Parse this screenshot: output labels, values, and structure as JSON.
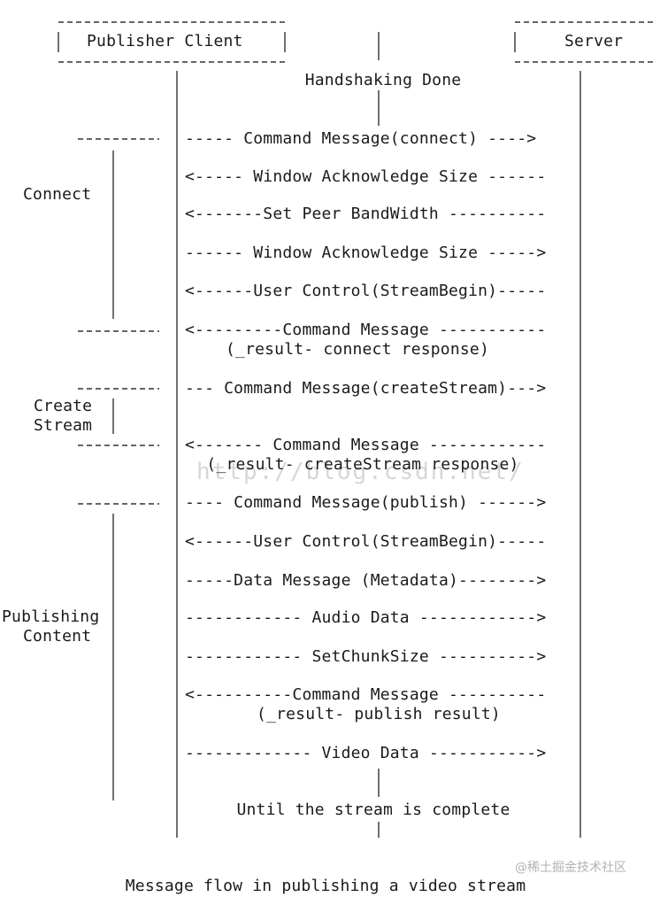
{
  "participants": {
    "client": "Publisher Client",
    "server": "Server"
  },
  "handshake": "Handshaking Done",
  "phases": {
    "connect": "Connect",
    "create_stream": [
      "Create",
      "Stream"
    ],
    "publishing": [
      "Publishing",
      "Content"
    ]
  },
  "messages": {
    "m1": "----- Command Message(connect) ---->",
    "m2": "<----- Window Acknowledge Size ------",
    "m3": "<-------Set Peer BandWidth ----------",
    "m4": "------ Window Acknowledge Size ----->",
    "m5": "<------User Control(StreamBegin)-----",
    "m6": "<---------Command Message -----------",
    "m6b": "(_result- connect response)",
    "m7": "--- Command Message(createStream)--->",
    "m8": "<------- Command Message ------------",
    "m8b": "(_result- createStream response)",
    "m9": "---- Command Message(publish) ------>",
    "m10": "<------User Control(StreamBegin)-----",
    "m11": "-----Data Message (Metadata)-------->",
    "m12": "------------ Audio Data ------------>",
    "m13": "------------ SetChunkSize ---------->",
    "m14": "<----------Command Message ----------",
    "m14b": "(_result- publish result)",
    "m15": "------------- Video Data ----------->"
  },
  "until": "Until the stream is complete",
  "caption": "Message flow in publishing a video stream",
  "watermark": "@稀土掘金技术社区",
  "ghost_watermark": "http://blog.csdn.net/",
  "colors": {
    "ink": "#1a1a1a",
    "lifeline": "#333333",
    "watermark": "#b3b3b3"
  }
}
